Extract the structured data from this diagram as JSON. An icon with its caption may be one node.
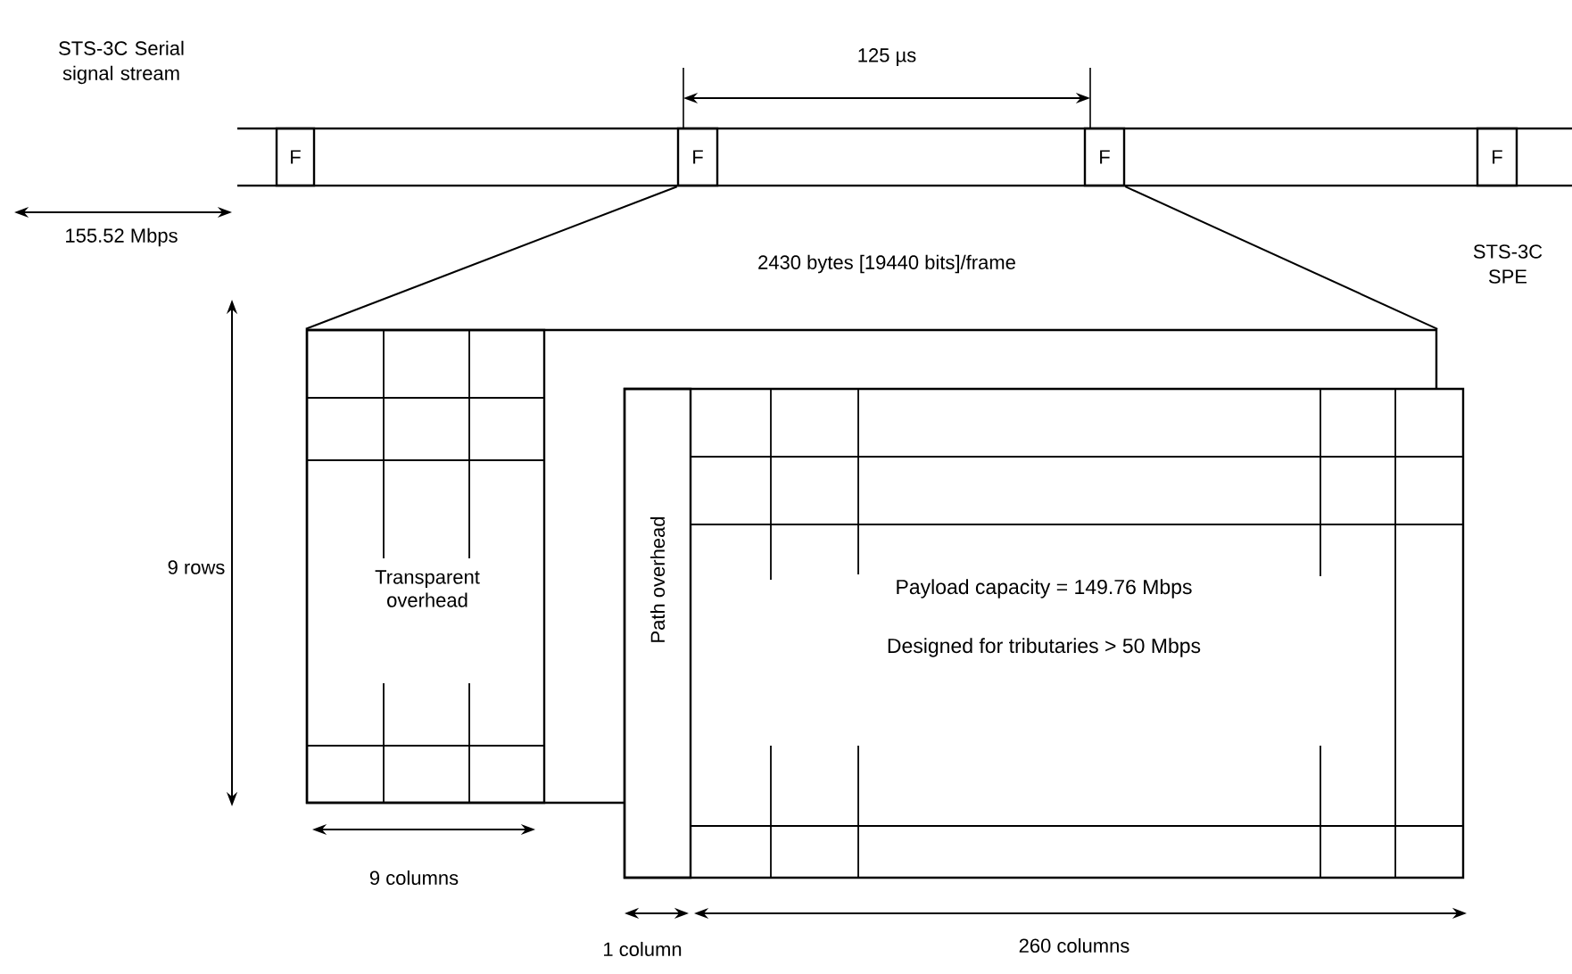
{
  "diagram": {
    "nodes": [
      {
        "text": [],
        "shape": "bar"
      },
      {
        "text": [
          "F"
        ],
        "in": 0
      },
      {
        "text": [
          "F"
        ],
        "in": 0
      },
      {
        "text": [
          "F"
        ],
        "in": 0
      },
      {
        "text": [
          "F"
        ],
        "in": 0
      },
      {
        "text": [],
        "shape": "box"
      },
      {
        "text": [
          "Transparent overhead"
        ],
        "in": 5
      },
      {
        "text": [
          "Payload capacity = 149.76 Mbps",
          "Designed for tributaries > 50 Mbps"
        ]
      },
      {
        "text": [
          "Path overhead"
        ],
        "in": 7
      }
    ],
    "edges": [
      {
        "from": 2,
        "to": 5,
        "arrow": "none"
      },
      {
        "from": 3,
        "to": 5,
        "arrow": "none"
      }
    ],
    "labels": [
      "STS-3C Serial signal stream",
      "125 µs",
      "155.52 Mbps",
      "2430 bytes [19440 bits]/frame",
      "STS-3C SPE",
      "9 rows",
      "9 columns",
      "1 column",
      "260 columns"
    ]
  }
}
